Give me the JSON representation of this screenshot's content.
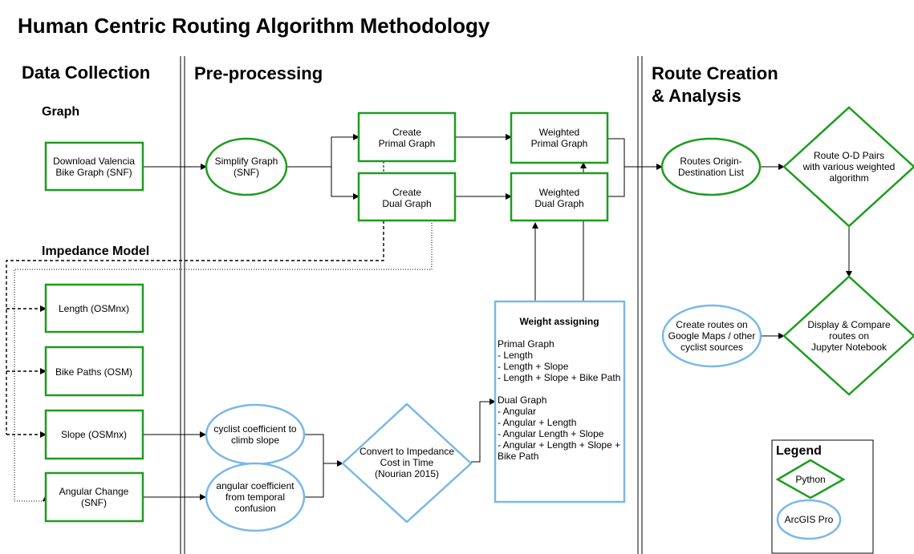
{
  "title": "Human Centric Routing Algorithm Methodology",
  "sections": {
    "data_collection": "Data Collection",
    "pre_processing": "Pre-processing",
    "route_line1": "Route Creation",
    "route_line2": "& Analysis"
  },
  "subsections": {
    "graph": "Graph",
    "impedance_model": "Impedance Model"
  },
  "nodes": {
    "download": [
      "Download Valencia",
      "Bike Graph (SNF)"
    ],
    "simplify": [
      "Simplify Graph",
      "(SNF)"
    ],
    "create_primal": [
      "Create",
      "Primal Graph"
    ],
    "create_dual": [
      "Create",
      "Dual Graph"
    ],
    "weighted_primal": [
      "Weighted",
      "Primal Graph"
    ],
    "weighted_dual": [
      "Weighted",
      "Dual Graph"
    ],
    "routes_od": [
      "Routes Origin-",
      "Destination List"
    ],
    "route_pairs": [
      "Route O-D Pairs",
      "with various weighted",
      "algorithm"
    ],
    "length": [
      "Length (OSMnx)"
    ],
    "bike_paths": [
      "Bike Paths (OSM)"
    ],
    "slope": [
      "Slope (OSMnx)"
    ],
    "angular": [
      "Angular Change",
      "(SNF)"
    ],
    "cyclist_coeff": [
      "cyclist coefficient to",
      "climb slope"
    ],
    "angular_coeff": [
      "angular coefficient",
      "from temporal",
      "confusion"
    ],
    "convert": [
      "Convert to Impedance",
      "Cost in Time",
      "(Nourian 2015)"
    ],
    "create_routes": [
      "Create routes on",
      "Google Maps / other",
      "cyclist sources"
    ],
    "display": [
      "Display & Compare",
      "routes on",
      "Jupyter Notebook"
    ]
  },
  "weight_box": {
    "heading": "Weight assigning",
    "lines": [
      "Primal Graph",
      "- Length",
      "- Length + Slope",
      "- Length + Slope + Bike Path",
      "",
      "Dual Graph",
      "- Angular",
      "- Angular + Length",
      "- Angular  Length + Slope",
      "- Angular + Length + Slope +",
      "Bike Path"
    ]
  },
  "legend": {
    "title": "Legend",
    "python": "Python",
    "arcgis": "ArcGIS Pro"
  },
  "colors": {
    "python_green": "#1e9c1e",
    "arcgis_blue": "#7ab8e8",
    "line": "#000000"
  }
}
